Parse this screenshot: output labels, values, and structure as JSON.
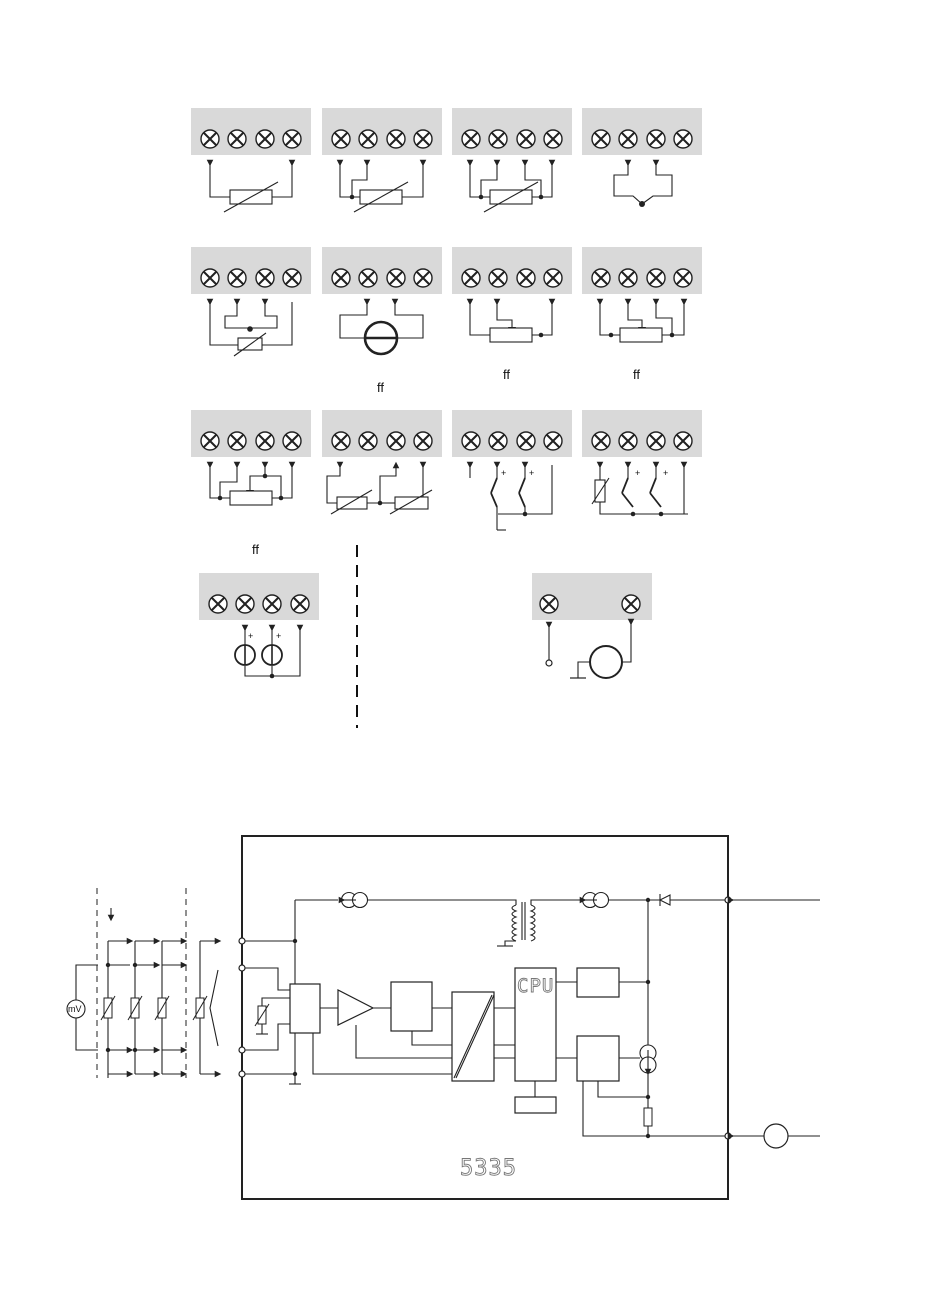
{
  "labels": {
    "row2_col2": "ff",
    "row2_col3": "ff",
    "row2_col4": "ff",
    "row3_col1": "ff",
    "mv_symbol": "mV",
    "cpu": "CPU",
    "model": "5335",
    "plus": "+",
    "minus": "-"
  }
}
